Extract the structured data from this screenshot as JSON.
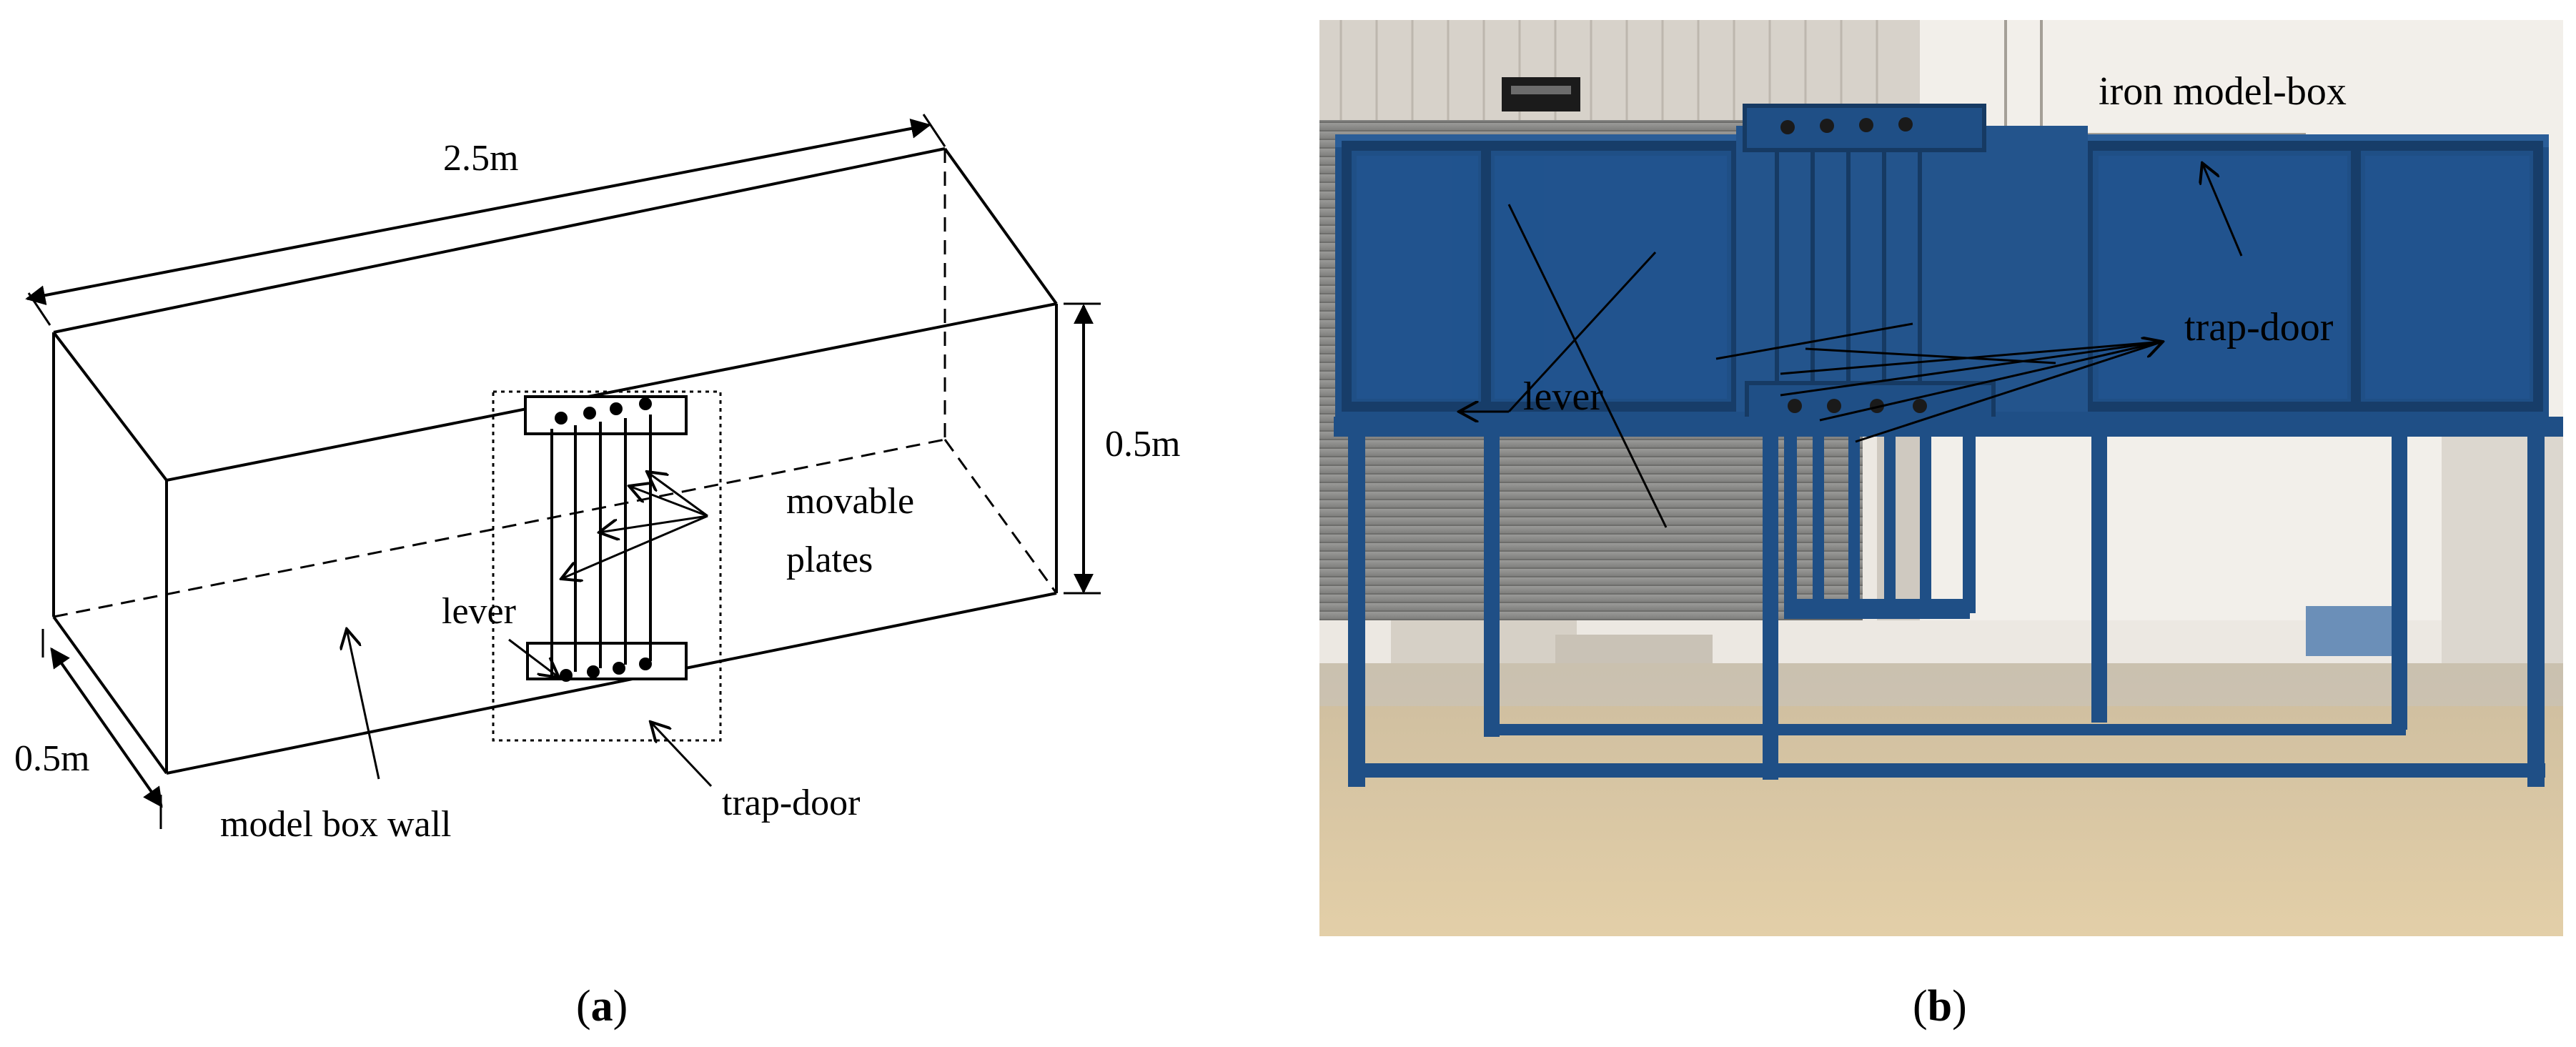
{
  "panel_a": {
    "dimension_length": "2.5m",
    "dimension_height": "0.5m",
    "dimension_width": "0.5m",
    "label_movable": "movable",
    "label_plates": "plates",
    "label_lever": "lever",
    "label_model_box_wall": "model box wall",
    "label_trap_door": "trap-door",
    "caption_open": "(",
    "caption_letter": "a",
    "caption_close": ")"
  },
  "panel_b": {
    "label_iron_model_box": "iron model-box",
    "label_trap_door": "trap-door",
    "label_lever": "lever",
    "caption_open": "(",
    "caption_letter": "b",
    "caption_close": ")"
  },
  "colors": {
    "box_blue": "#1f4f86",
    "box_blue_dark": "#173d69",
    "wall_grey": "#e8e4de",
    "sand": "#d9c6a4",
    "shutter": "#8e8e8c"
  }
}
